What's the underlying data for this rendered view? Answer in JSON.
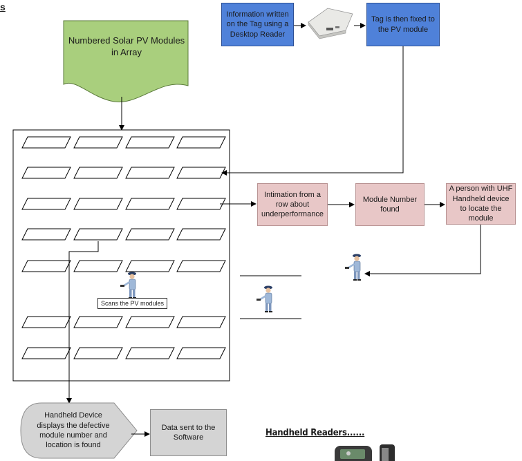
{
  "corner_heading": "s",
  "nodes": {
    "doc_modules": "Numbered Solar PV Modules in Array",
    "info_written": "Information written on the Tag using a Desktop Reader",
    "tag_fixed": "Tag is then fixed to the PV module",
    "intimation": "Intimation from a row about underperformance",
    "module_found": "Module Number found",
    "person_uhf": "A person with UHF Handheld device to locate the module",
    "handheld_display": "Handheld Device displays the defective module number and location is found",
    "data_sent": "Data sent to the Software"
  },
  "scan_label": "Scans the PV modules",
  "readers_heading": "Handheld Readers......",
  "colors": {
    "doc_fill": "#a9cf7d",
    "blue_fill": "#4f81d9",
    "pink_fill": "#e8c7c7",
    "gray_fill": "#d4d4d4"
  },
  "icons": [
    "desktop-rfid-reader-image",
    "technician-figure-icon",
    "handheld-reader-device-image"
  ]
}
